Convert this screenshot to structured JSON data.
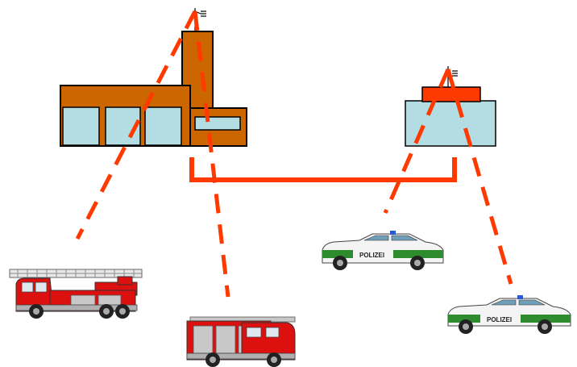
{
  "colors": {
    "building_brown": "#cc6600",
    "glass": "#b3dde2",
    "radio_dash": "#ff3a00",
    "wired_link": "#ff3a00",
    "police_roof": "#ff3a00",
    "police_green": "#2e8b2e",
    "fire_red": "#dd1010"
  },
  "nodes": [
    {
      "id": "fire-station",
      "icon": "fire-station-building-icon"
    },
    {
      "id": "police-station",
      "icon": "police-station-building-icon"
    },
    {
      "id": "ladder-truck",
      "icon": "fire-ladder-truck-icon"
    },
    {
      "id": "fire-engine",
      "icon": "fire-engine-icon"
    },
    {
      "id": "police-car-1",
      "icon": "police-car-icon",
      "label": "POLIZEI"
    },
    {
      "id": "police-car-2",
      "icon": "police-car-icon",
      "label": "POLIZEI"
    }
  ],
  "links": [
    {
      "from": "fire-station",
      "to": "ladder-truck",
      "style": "dashed"
    },
    {
      "from": "fire-station",
      "to": "fire-engine",
      "style": "dashed"
    },
    {
      "from": "police-station",
      "to": "police-car-1",
      "style": "dashed"
    },
    {
      "from": "police-station",
      "to": "police-car-2",
      "style": "dashed"
    },
    {
      "from": "fire-station",
      "to": "police-station",
      "style": "solid"
    }
  ]
}
